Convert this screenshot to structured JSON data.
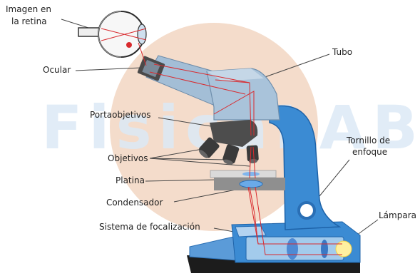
{
  "watermark": "FisicaLAB",
  "labels": {
    "retina_line1": "Imagen en",
    "retina_line2": "la retina",
    "ocular": "Ocular",
    "tubo": "Tubo",
    "portaobjetivos": "Portaobjetivos",
    "objetivos": "Objetivos",
    "platina": "Platina",
    "condensador": "Condensador",
    "sistema": "Sistema de focalización",
    "tornillo_line1": "Tornillo de",
    "tornillo_line2": "enfoque",
    "lampara": "Lámpara"
  },
  "colors": {
    "body_blue": "#3b8bd3",
    "background_disc": "#f4dccb",
    "light_rays": "#d92a2e",
    "watermark": "#dce9f6"
  }
}
